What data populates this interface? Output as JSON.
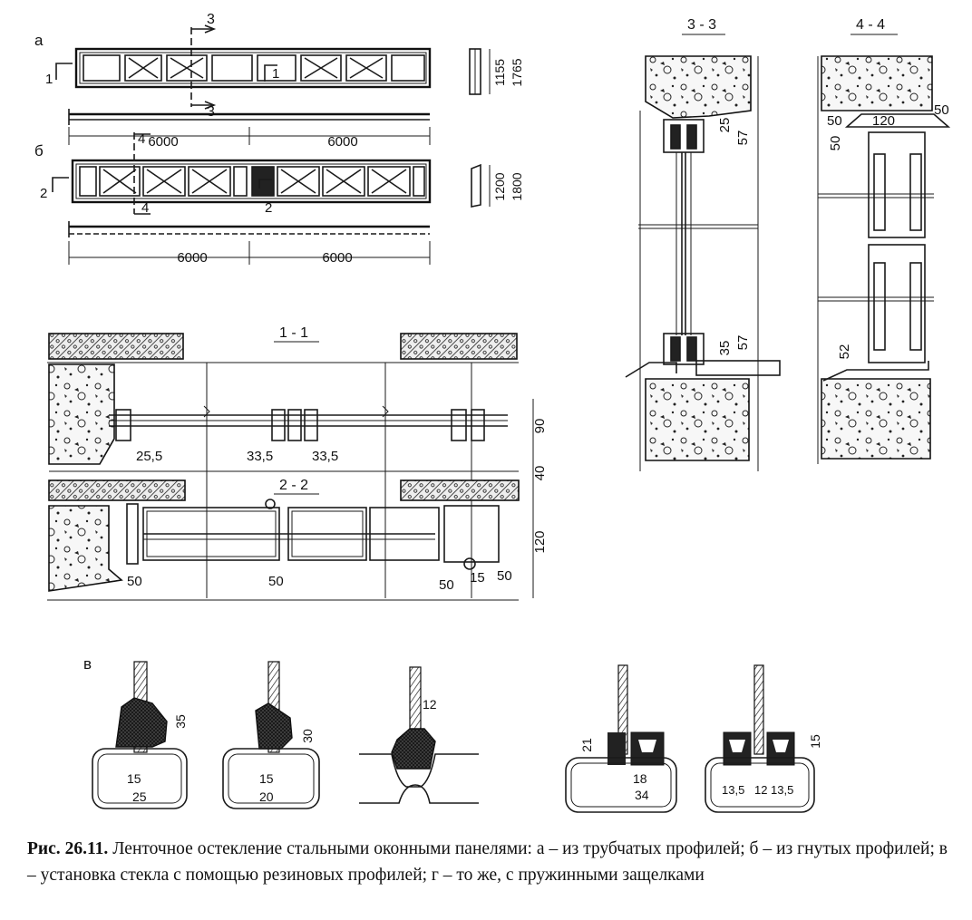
{
  "caption": {
    "label": "Рис. 26.11.",
    "text": "Ленточное остекление стальными оконными панелями: а – из трубчатых профилей; б – из гнутых профилей; в – установка стекла с помощью резиновых профилей; г – то же, с пружинными защелками"
  },
  "view_labels": {
    "a": "а",
    "b": "б",
    "v": "в",
    "s11": "1 - 1",
    "s22": "2 - 2",
    "s33": "3 - 3",
    "s44": "4 - 4"
  },
  "markers": {
    "m1": "1",
    "m2": "2",
    "m3": "3",
    "m4": "4"
  },
  "dims": {
    "d6000": "6000",
    "d1155": "1155",
    "d1765": "1765",
    "d1200": "1200",
    "d1800": "1800",
    "d25_5": "25,5",
    "d33_5": "33,5",
    "d90": "90",
    "d40": "40",
    "d120": "120",
    "d50": "50",
    "d15": "15",
    "d25": "25",
    "d57": "57",
    "d35": "35",
    "d52": "52",
    "d12": "12",
    "d30": "30",
    "d20": "20",
    "d21": "21",
    "d18": "18",
    "d34": "34",
    "d13_5": "13,5"
  }
}
